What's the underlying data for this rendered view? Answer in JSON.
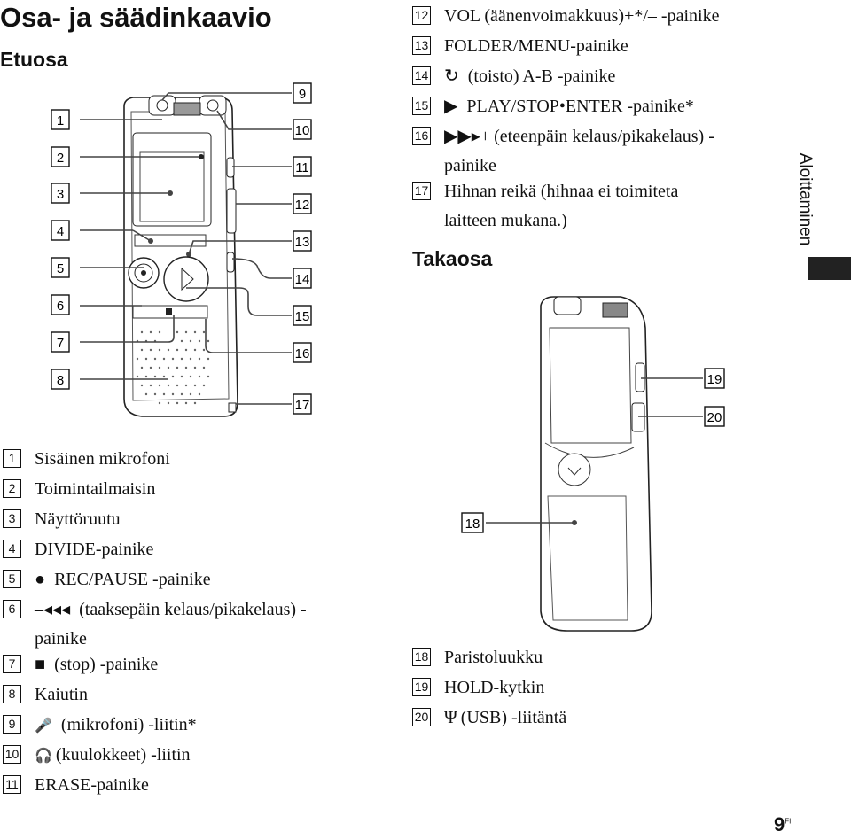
{
  "heading": "Osa- ja säädinkaavio",
  "front_heading": "Etuosa",
  "back_heading": "Takaosa",
  "side_tab": "Aloittaminen",
  "page_number": "9",
  "page_suffix": "FI",
  "callouts_front_left": [
    "1",
    "2",
    "3",
    "4",
    "5",
    "6",
    "7",
    "8"
  ],
  "callouts_front_right": [
    "9",
    "10",
    "11",
    "12",
    "13",
    "14",
    "15",
    "16",
    "17"
  ],
  "callouts_back": [
    "18",
    "19",
    "20"
  ],
  "parts": [
    {
      "num": "1",
      "text": "Sisäinen mikrofoni"
    },
    {
      "num": "2",
      "text": "Toimintailmaisin"
    },
    {
      "num": "3",
      "text": "Näyttöruutu"
    },
    {
      "num": "4",
      "text": "DIVIDE-painike"
    },
    {
      "num": "5",
      "symbol": "●",
      "text": "REC/PAUSE -painike"
    },
    {
      "num": "6",
      "symbol": "–◂◂◂",
      "text": "(taaksepäin kelaus/pikakelaus) -",
      "text2": "painike"
    },
    {
      "num": "7",
      "symbol": "■",
      "text": "(stop) -painike"
    },
    {
      "num": "8",
      "text": "Kaiutin"
    },
    {
      "num": "9",
      "symbol": "🎤",
      "text": "(mikrofoni) -liitin*"
    },
    {
      "num": "10",
      "symbol": "🎧",
      "text": "(kuulokkeet) -liitin"
    },
    {
      "num": "11",
      "text": "ERASE-painike"
    },
    {
      "num": "12",
      "text": "VOL (äänenvoimakkuus)+*/– -painike"
    },
    {
      "num": "13",
      "text": "FOLDER/MENU-painike"
    },
    {
      "num": "14",
      "symbol": "↻",
      "text": "(toisto) A-B -painike"
    },
    {
      "num": "15",
      "symbol": "▶",
      "text": "PLAY/STOP•ENTER -painike*"
    },
    {
      "num": "16",
      "symbol": "▶▶▸+",
      "text": "(eteenpäin kelaus/pikakelaus) -",
      "text2": "painike"
    },
    {
      "num": "17",
      "text": "Hihnan reikä (hihnaa ei toimiteta",
      "text2": "laitteen mukana.)"
    },
    {
      "num": "18",
      "text": "Paristoluukku"
    },
    {
      "num": "19",
      "text": "HOLD-kytkin"
    },
    {
      "num": "20",
      "symbol": "Ψ",
      "text": "(USB) -liitäntä"
    }
  ],
  "icons": [
    "record-dot-icon",
    "rewind-icon",
    "stop-icon",
    "mic-icon",
    "headphones-icon",
    "repeat-icon",
    "play-icon",
    "fast-forward-icon",
    "usb-icon"
  ]
}
